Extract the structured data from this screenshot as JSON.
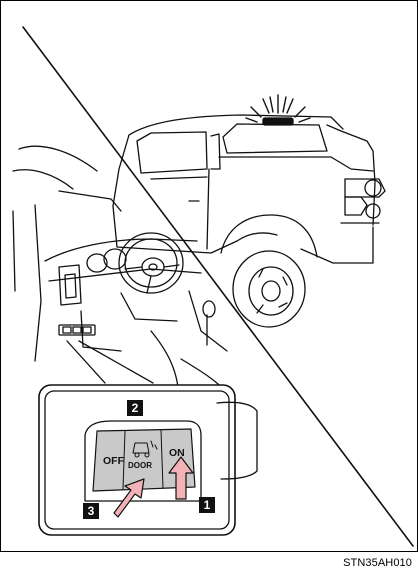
{
  "switch_labels": {
    "off": "OFF",
    "door": "DOOR",
    "on": "ON"
  },
  "step_badges": [
    {
      "number": "1"
    },
    {
      "number": "2"
    },
    {
      "number": "3"
    }
  ],
  "figure_code": "STN35AH010",
  "colors": {
    "line": "#111111",
    "switch_face": "#c9c9c9",
    "arrow_fill": "#f2b3b8",
    "badge_bg": "#111111"
  }
}
